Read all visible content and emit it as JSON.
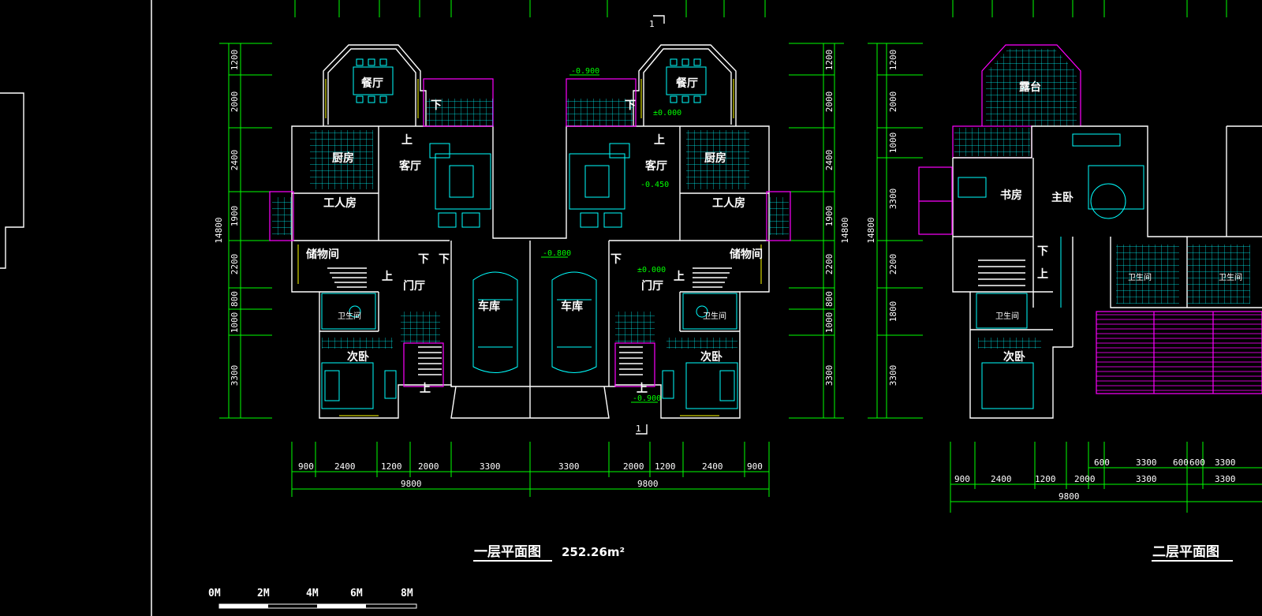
{
  "drawing": {
    "section_marker_top": "1",
    "section_marker_bottom": "1",
    "floor1_title": "一层平面图",
    "floor1_area": "252.26m²",
    "floor2_title": "二层平面图",
    "scale_labels": [
      "0M",
      "2M",
      "4M",
      "6M",
      "8M"
    ],
    "colors": {
      "background": "#000000",
      "wall": "#ffffff",
      "dimension": "#00ff00",
      "furniture": "#00ffff",
      "balcony": "#ff00ff",
      "window": "#ffff00"
    }
  },
  "floor1": {
    "rooms": {
      "dining": "餐厅",
      "kitchen": "厨房",
      "living": "客厅",
      "worker": "工人房",
      "storage_l": "储物间",
      "storage_r": "储物间",
      "foyer": "门厅",
      "garage": "车库",
      "bath": "卫生间",
      "bedroom": "次卧"
    },
    "stair_down": "下",
    "stair_up": "上",
    "elevations": [
      "-0.900",
      "±0.000",
      "-0.450",
      "-0.800",
      "±0.000",
      "-0.900"
    ],
    "left_dims": [
      "1200",
      "2000",
      "2400",
      "1900",
      "2200",
      "800",
      "1000",
      "3300"
    ],
    "total_height": "14800",
    "bottom_dims": [
      "900",
      "2400",
      "1200",
      "2000",
      "3300",
      "3300",
      "2000",
      "1200",
      "2400",
      "900"
    ],
    "bottom_totals": [
      "9800",
      "9800"
    ]
  },
  "floor2": {
    "rooms": {
      "terrace": "露台",
      "master": "主卧",
      "study": "书房",
      "bath": "卫生间",
      "bedroom": "次卧"
    },
    "left_dims": [
      "1200",
      "2000",
      "1000",
      "3300",
      "2200",
      "1800",
      "3300"
    ],
    "total_height": "14800",
    "bottom_dims_top": [
      "600",
      "3300",
      "600",
      "600",
      "3300"
    ],
    "bottom_dims": [
      "900",
      "2400",
      "1200",
      "2000",
      "3300",
      "3300"
    ],
    "bottom_total": "9800"
  }
}
